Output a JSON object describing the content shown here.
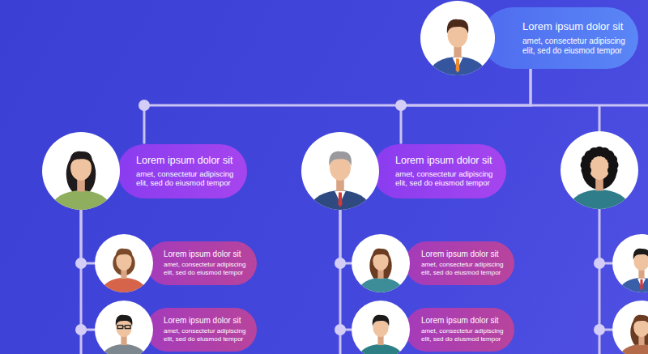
{
  "diagram": {
    "nodes": [
      {
        "text": [
          "Lorem ipsum dolor sit",
          "amet, consectetur adipiscing elit, sed do eiusmod tempor"
        ]
      },
      {
        "text": [
          "Lorem ipsum dolor sit",
          "amet, consectetur adipiscing elit, sed do eiusmod tempor"
        ]
      },
      {
        "text": [
          "Lorem ipsum dolor sit",
          "amet, consectetur adipiscing elit, sed do eiusmod tempor"
        ]
      },
      {
        "text": [
          "Lorem ipsum dolor sit",
          "amet, consectetur adipiscing elit, sed do eiusmod tempor"
        ]
      },
      {
        "text": [
          "Lorem ipsum dolor sit",
          "amet, consectetur adipiscing elit, sed do eiusmod tempor"
        ]
      },
      {
        "text": [
          "Lorem ipsum dolor sit",
          "amet, consectetur adipiscing elit, sed do eiusmod tempor"
        ]
      },
      {
        "text": [
          "Lorem ipsum dolor sit",
          "amet, consectetur adipiscing elit, sed do eiusmod tempor"
        ]
      }
    ],
    "edges": [
      {
        "from": 0,
        "to": 1,
        "arrow": "none"
      },
      {
        "from": 0,
        "to": 2,
        "arrow": "none"
      },
      {
        "from": 1,
        "to": 3,
        "arrow": "none"
      },
      {
        "from": 1,
        "to": 5,
        "arrow": "none"
      },
      {
        "from": 2,
        "to": 4,
        "arrow": "none"
      },
      {
        "from": 2,
        "to": 6,
        "arrow": "none"
      }
    ]
  }
}
